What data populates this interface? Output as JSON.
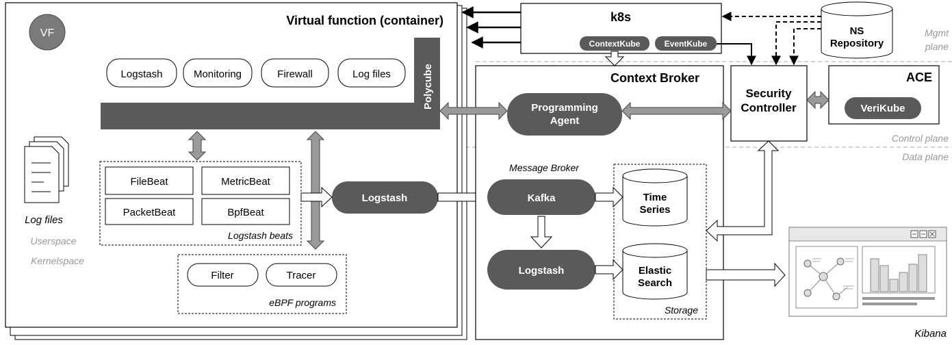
{
  "vf": {
    "badge": "VF",
    "title": "Virtual function (container)",
    "polycube": "Polycube",
    "apps": [
      "Logstash",
      "Monitoring",
      "Firewall",
      "Log files"
    ],
    "log_files_label": "Log files",
    "userspace": "Userspace",
    "kernelspace": "Kernelspace",
    "beats": [
      "FileBeat",
      "MetricBeat",
      "PacketBeat",
      "BpfBeat"
    ],
    "beats_caption": "Logstash beats",
    "logstash": "Logstash",
    "ebpf": [
      "Filter",
      "Tracer"
    ],
    "ebpf_caption": "eBPF programs"
  },
  "k8s": {
    "title": "k8s",
    "context_kube": "ContextKube",
    "event_kube": "EventKube"
  },
  "ns_repository": [
    "NS",
    "Repository"
  ],
  "planes": {
    "mgmt": [
      "Mgmt",
      "plane"
    ],
    "control": "Control plane",
    "data": "Data plane"
  },
  "context_broker": {
    "title": "Context Broker",
    "programming_agent": [
      "Programming",
      "Agent"
    ],
    "message_broker": "Message Broker",
    "kafka": "Kafka",
    "logstash": "Logstash",
    "time_series": [
      "Time",
      "Series"
    ],
    "elastic_search": [
      "Elastic",
      "Search"
    ],
    "storage": "Storage"
  },
  "security_controller": [
    "Security",
    "Controller"
  ],
  "ace": {
    "title": "ACE",
    "verikube": "VeriKube"
  },
  "kibana": "Kibana",
  "colors": {
    "dark": "#5a5a5a",
    "border": "#333333",
    "arrow_fill": "#9a9a9a",
    "plane_text": "#999999",
    "dashed_line": "#aaaaaa"
  }
}
